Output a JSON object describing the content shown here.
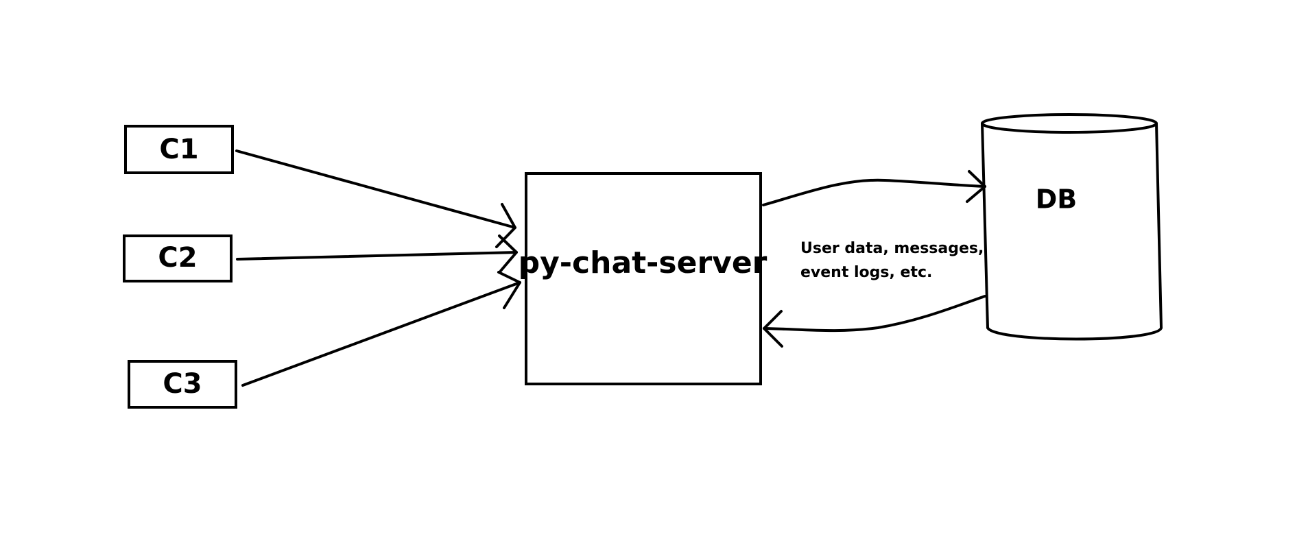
{
  "diagram": {
    "clients": [
      {
        "id": "c1",
        "label": "C1"
      },
      {
        "id": "c2",
        "label": "C2"
      },
      {
        "id": "c3",
        "label": "C3"
      }
    ],
    "server": {
      "label": "py-chat-server"
    },
    "database": {
      "label": "DB"
    },
    "annotation": {
      "line1": "User data, messages,",
      "line2": "event logs, etc."
    },
    "edges": [
      {
        "from": "C1",
        "to": "py-chat-server"
      },
      {
        "from": "C2",
        "to": "py-chat-server"
      },
      {
        "from": "C3",
        "to": "py-chat-server"
      },
      {
        "from": "py-chat-server",
        "to": "DB"
      },
      {
        "from": "DB",
        "to": "py-chat-server"
      }
    ]
  }
}
